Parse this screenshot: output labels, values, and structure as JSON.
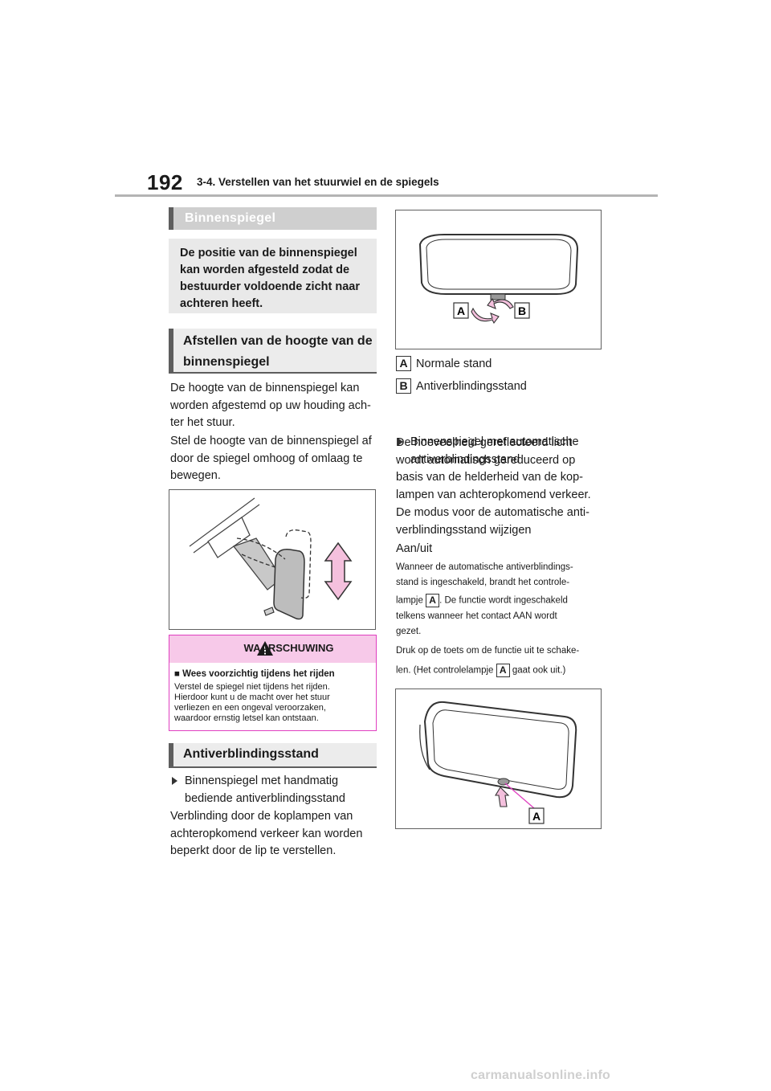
{
  "header": {
    "page_number": "192",
    "section": "3-4. Verstellen van het stuurwiel en de spiegels"
  },
  "binnenspiegel": {
    "title": "Binnenspiegel",
    "intro_lines": [
      "De positie van de binnenspiegel",
      "kan worden afgesteld zodat de",
      "bestuurder voldoende zicht naar",
      "achteren heeft."
    ]
  },
  "hoogte": {
    "title_lines": [
      "Afstellen van de hoogte van de",
      "binnenspiegel"
    ],
    "para1_lines": [
      "De hoogte van de binnenspiegel kan",
      "worden afgestemd op uw houding ach-",
      "ter het stuur."
    ],
    "para2_lines": [
      "Stel de hoogte van de binnenspiegel af",
      "door de spiegel omhoog of omlaag te",
      "bewegen."
    ]
  },
  "warning": {
    "title": "WAARSCHUWING",
    "bullet_head": "■ Wees voorzichtig tijdens het rijden",
    "body_lines": [
      "Verstel de spiegel niet tijdens het rijden.",
      "Hierdoor kunt u de macht over het stuur",
      "verliezen en een ongeval veroorzaken,",
      "waardoor ernstig letsel kan ontstaan."
    ]
  },
  "antiverblinding": {
    "title": "Antiverblindingsstand",
    "bullet1_lines": [
      "Binnenspiegel met handmatig",
      "bediende antiverblindingsstand"
    ],
    "para_lines": [
      "Verblinding door de koplampen van",
      "achteropkomend verkeer kan worden",
      "beperkt door de lip te verstellen."
    ]
  },
  "figure1": {
    "label_a": "A",
    "label_b": "B"
  },
  "legend": {
    "a_badge": "A",
    "a_text": "Normale stand",
    "b_badge": "B",
    "b_text": "Antiverblindingsstand"
  },
  "auto": {
    "bullet_lines": [
      "Binnenspiegel met automatische",
      "antiverblindingsstand"
    ],
    "para1_lines": [
      "De hoeveelheid gereflecteerd licht",
      "wordt automatisch gereduceerd op",
      "basis van de helderheid van de kop-",
      "lampen van achteropkomend verkeer."
    ],
    "para2_lines": [
      "De modus voor de automatische anti-",
      "verblindingsstand wijzigen"
    ],
    "onoff": "Aan/uit",
    "small1_line1": "Wanneer de automatische antiverblindings-",
    "small1_line2": "stand is ingeschakeld, brandt het controle-",
    "small1_pre": "lampje",
    "small1_badge": "A",
    "small1_post": ". De functie wordt ingeschakeld",
    "small1_line4": "telkens wanneer het contact AAN wordt",
    "small1_line5": "gezet.",
    "small2_line1": "Druk op de toets om de functie uit te schake-",
    "small2_pre": "len. (Het controlelampje",
    "small2_badge": "A",
    "small2_post": "gaat ook uit.)"
  },
  "figure3": {
    "label_a": "A"
  },
  "footer": {
    "watermark": "carmanualsonline.info"
  }
}
